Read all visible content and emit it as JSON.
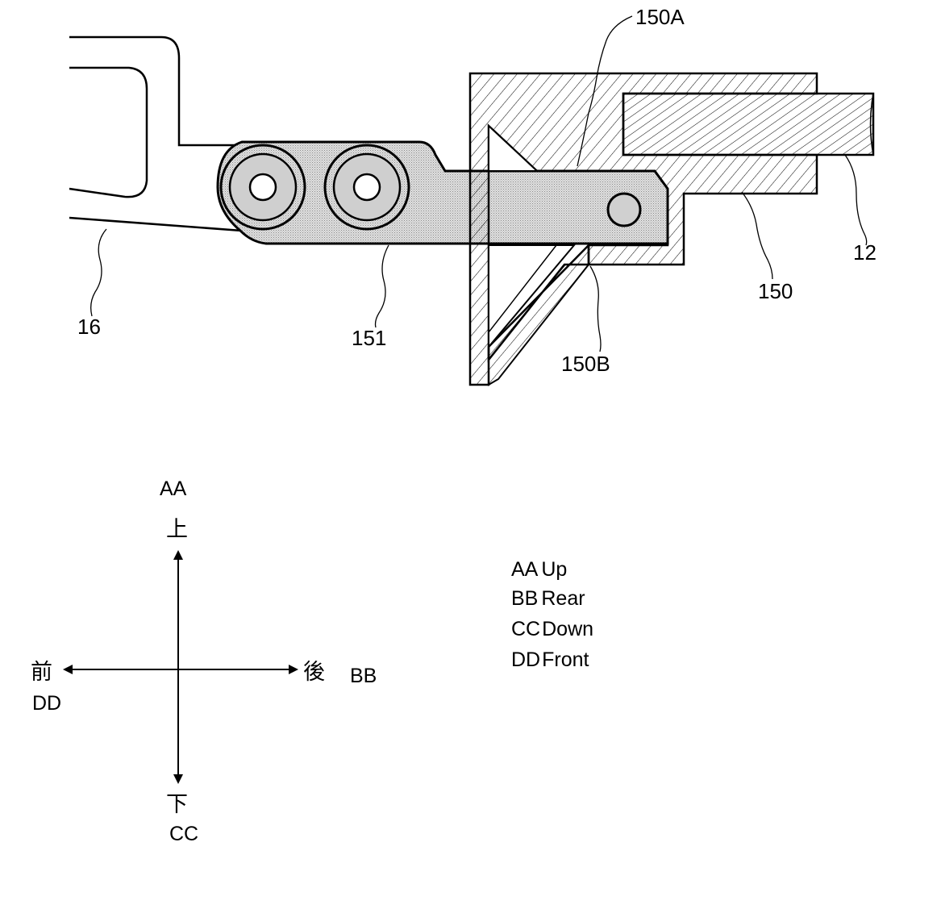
{
  "reference_numerals": {
    "frame": "16",
    "link_plate": "151",
    "bracket_upper": "150A",
    "bracket_lower": "150B",
    "bracket": "150",
    "beam": "12"
  },
  "direction_indicator": {
    "up_cjk": "上",
    "up_code": "AA",
    "down_cjk": "下",
    "down_code": "CC",
    "front_cjk": "前",
    "front_code": "DD",
    "rear_cjk": "後",
    "rear_code": "BB"
  },
  "legend": [
    {
      "code": "AA",
      "meaning": "Up"
    },
    {
      "code": "BB",
      "meaning": "Rear"
    },
    {
      "code": "CC",
      "meaning": "Down"
    },
    {
      "code": "DD",
      "meaning": "Front"
    }
  ],
  "colors": {
    "line": "#000000",
    "background": "#ffffff",
    "link_fill": "#d8d8d8",
    "bushing_fill": "#c8c8c8"
  }
}
